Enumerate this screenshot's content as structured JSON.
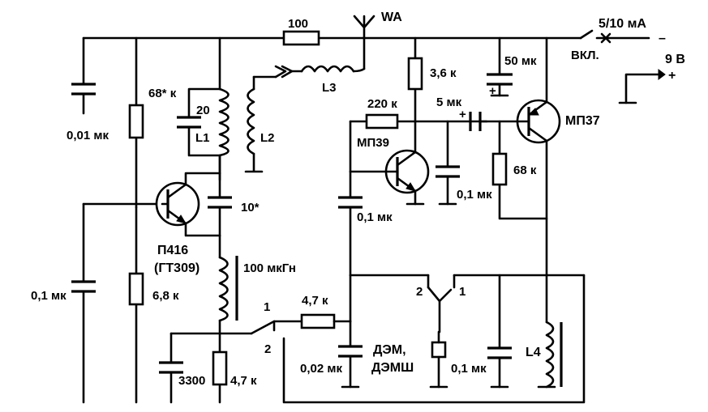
{
  "labels": {
    "r_top": "100",
    "antenna": "WA",
    "current": "5/10 мА",
    "switch_on": "ВКЛ.",
    "minus_top": "–",
    "voltage": "9 В",
    "plus": "+",
    "c_left_top": "0,01 мк",
    "r_68k_star": "68* к",
    "c_20": "20",
    "l1": "L1",
    "l2": "L2",
    "l3": "L3",
    "r_3_6k": "3,6 к",
    "c_50mk": "50 мк",
    "r_220k": "220 к",
    "c_5mk": "5 мк",
    "c_5mk_plus": "+",
    "c_50mk_plus": "+",
    "t_mp37": "МП37",
    "t_mp39": "МП39",
    "r_68k": "68 к",
    "c_10star": "10*",
    "c_01mk_mid": "0,1 мк",
    "c_01mk_right": "0,1 мк",
    "t_p416": "П416",
    "t_gt309": "(ГТ309)",
    "l_100mkgn": "100 мкГн",
    "c_01mk_left": "0,1 мк",
    "r_6_8k": "6,8 к",
    "sw1_pos1": "1",
    "sw1_pos2": "2",
    "r_4_7k_h": "4,7 к",
    "sw2_pos2": "2",
    "sw2_pos1": "1",
    "phones_1": "ДЭМ,",
    "phones_2": "ДЭМШ",
    "c_0_02": "0,02 мк",
    "c_01mk_bot": "0,1 мк",
    "l4": "L4",
    "c_3300": "3300",
    "r_4_7k_v": "4,7 к"
  }
}
